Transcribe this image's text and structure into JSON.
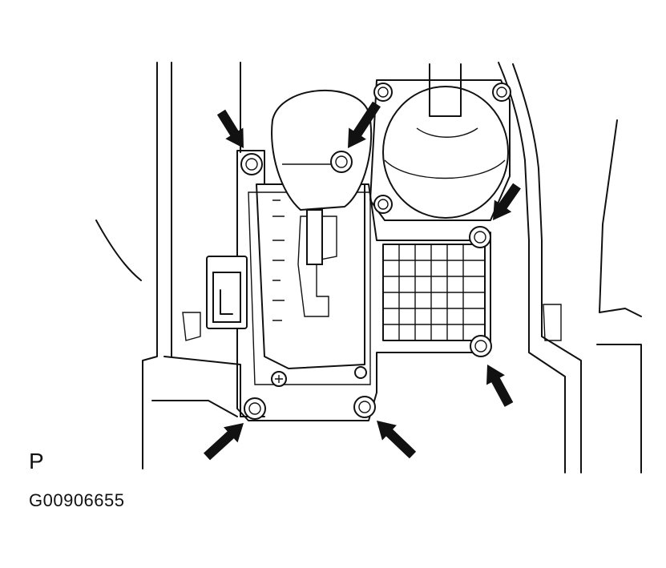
{
  "labels": {
    "position": "P",
    "figure_id": "G00906655"
  },
  "colors": {
    "line": "#111111",
    "background": "#ffffff"
  },
  "arrows": [
    {
      "name": "arrow-upper-left"
    },
    {
      "name": "arrow-knob-bolt"
    },
    {
      "name": "arrow-right-upper"
    },
    {
      "name": "arrow-right-lower"
    },
    {
      "name": "arrow-lower-left"
    },
    {
      "name": "arrow-lower-middle"
    }
  ]
}
